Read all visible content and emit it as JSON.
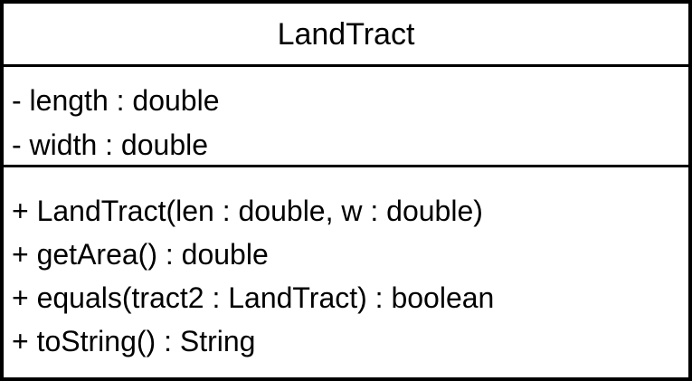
{
  "class": {
    "name": "LandTract",
    "attributes": [
      "- length : double",
      "- width : double"
    ],
    "operations": [
      "+ LandTract(len : double, w : double)",
      "+ getArea() : double",
      "+ equals(tract2 : LandTract) : boolean",
      "+ toString() : String"
    ]
  }
}
